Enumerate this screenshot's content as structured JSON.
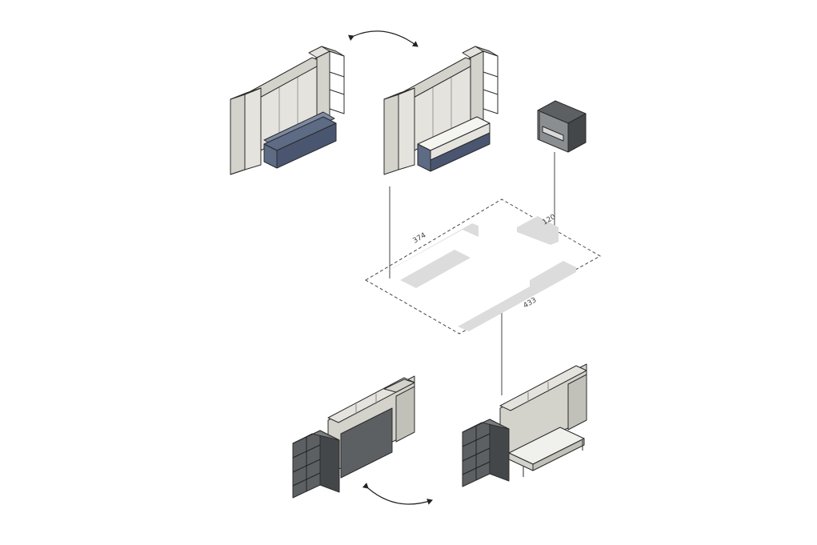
{
  "dimensions": {
    "left": "374",
    "right": "120",
    "bottom": "433"
  },
  "colors": {
    "panel_light": "#e4e3dd",
    "panel_mid": "#d3d2cb",
    "panel_dark": "#c2c1b9",
    "sofa_blue": "#5e6b85",
    "sofa_blue_dark": "#4a5670",
    "sofa_blue_light": "#7d89a3",
    "frame_dark": "#5d6063",
    "frame_darker": "#44474a",
    "outline": "#2b2b2b",
    "footprint": "#dcdcdc"
  },
  "arrows": [
    {
      "name": "top-transform-arrow",
      "direction": "both"
    },
    {
      "name": "bottom-transform-arrow",
      "direction": "both"
    }
  ]
}
